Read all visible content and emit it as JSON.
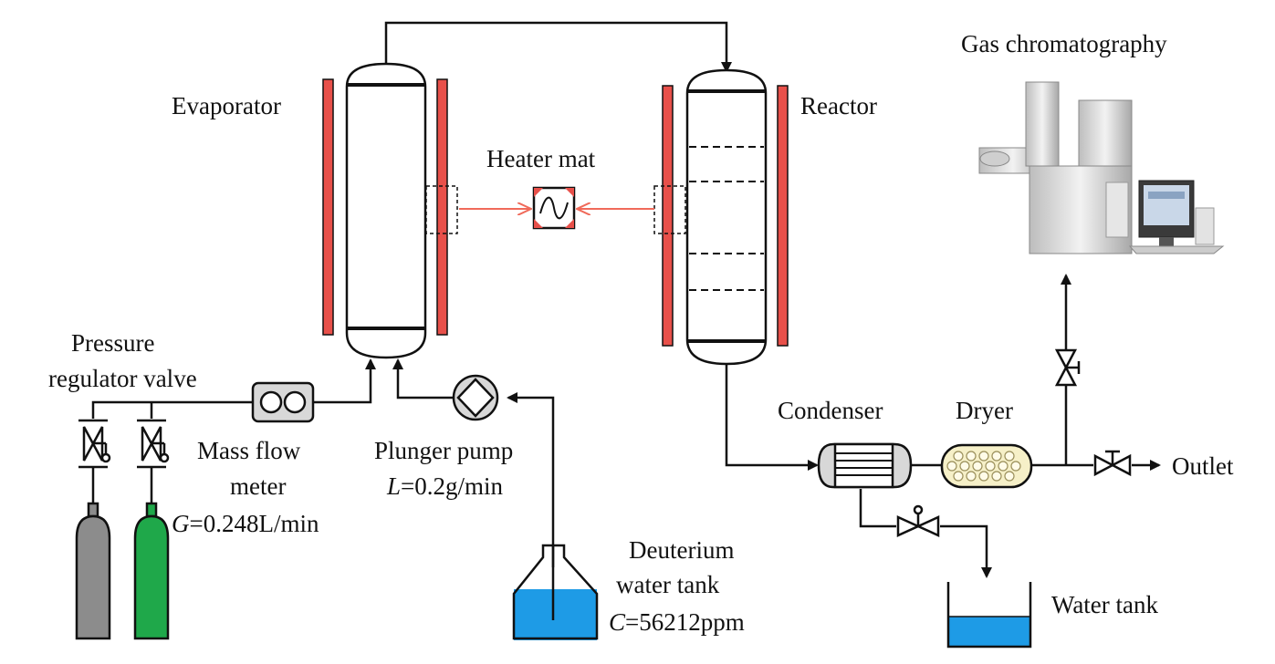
{
  "labels": {
    "evaporator": "Evaporator",
    "reactor": "Reactor",
    "heater_mat": "Heater mat",
    "gas_chromatography": "Gas chromatography",
    "pressure_regulator_line1": "Pressure",
    "pressure_regulator_line2": "regulator valve",
    "mass_flow_line1": "Mass flow",
    "mass_flow_line2": "meter",
    "plunger_pump": "Plunger pump",
    "condenser": "Condenser",
    "dryer": "Dryer",
    "outlet": "Outlet",
    "deuterium_line1": "Deuterium",
    "deuterium_line2": "water tank",
    "water_tank": "Water tank"
  },
  "params": {
    "gas_flow_symbol": "G",
    "gas_flow_value": "=0.248L/min",
    "liquid_flow_symbol": "L",
    "liquid_flow_value": "=0.2g/min",
    "concentration_symbol": "C",
    "concentration_value": "=56212ppm"
  },
  "colors": {
    "line": "#111111",
    "heater_red": "#e8504a",
    "heater_arrow": "#f06a5a",
    "water_blue": "#1e9be6",
    "cylinder_gray": "#8c8c8c",
    "cylinder_green": "#1fa84a",
    "dryer_fill": "#f6f0c8",
    "device_gray": "#d8d8d8"
  },
  "icons": {
    "heater": "sine-wave-icon",
    "valve": "bowtie-valve-icon",
    "pump": "diamond-pump-icon",
    "flow_meter": "double-circle-meter-icon",
    "gc": "gas-chromatograph-icon"
  }
}
